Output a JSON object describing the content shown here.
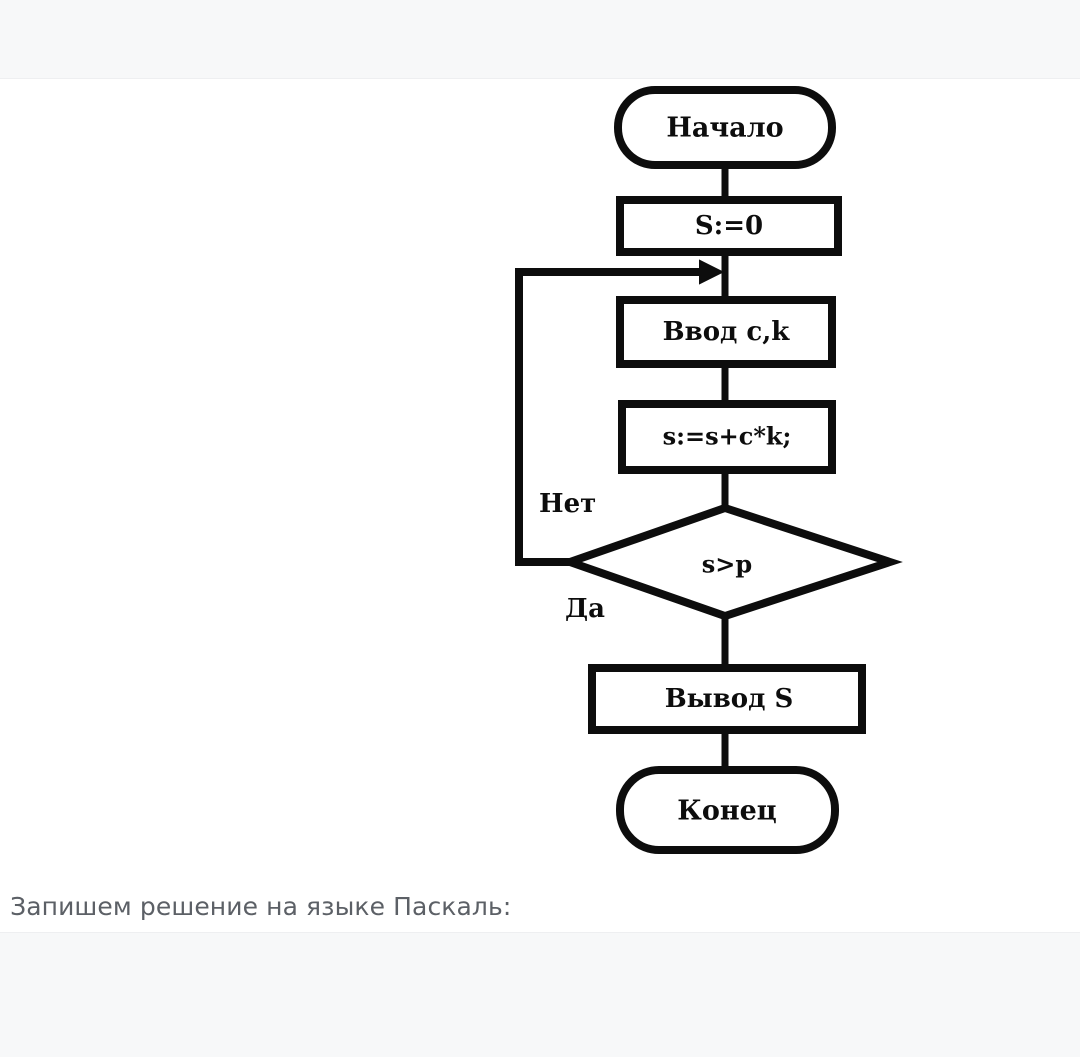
{
  "page": {
    "background_color": "#ffffff",
    "band_color": "#f7f8f9",
    "ink_color": "#0d0d0d",
    "caption_color": "#5c6066"
  },
  "flowchart": {
    "title_language": "ru",
    "nodes": [
      {
        "id": "start",
        "type": "terminator",
        "label": "Начало"
      },
      {
        "id": "init",
        "type": "process",
        "label": "S:=0"
      },
      {
        "id": "input",
        "type": "process",
        "label": "Ввод c,k"
      },
      {
        "id": "accum",
        "type": "process",
        "label": "s:=s+c*k;"
      },
      {
        "id": "decision",
        "type": "decision",
        "label": "s>p"
      },
      {
        "id": "output",
        "type": "process",
        "label": "Вывод S"
      },
      {
        "id": "end",
        "type": "terminator",
        "label": "Конец"
      }
    ],
    "branch_labels": {
      "no": "Нет",
      "yes": "Да"
    },
    "edges": [
      {
        "from": "start",
        "to": "init",
        "label": ""
      },
      {
        "from": "init",
        "to": "input",
        "label": ""
      },
      {
        "from": "input",
        "to": "accum",
        "label": ""
      },
      {
        "from": "accum",
        "to": "decision",
        "label": ""
      },
      {
        "from": "decision",
        "to": "input",
        "label": "Нет"
      },
      {
        "from": "decision",
        "to": "output",
        "label": "Да"
      },
      {
        "from": "output",
        "to": "end",
        "label": ""
      }
    ]
  },
  "caption": {
    "text": ". Запишем решение на языке Паскаль:"
  }
}
